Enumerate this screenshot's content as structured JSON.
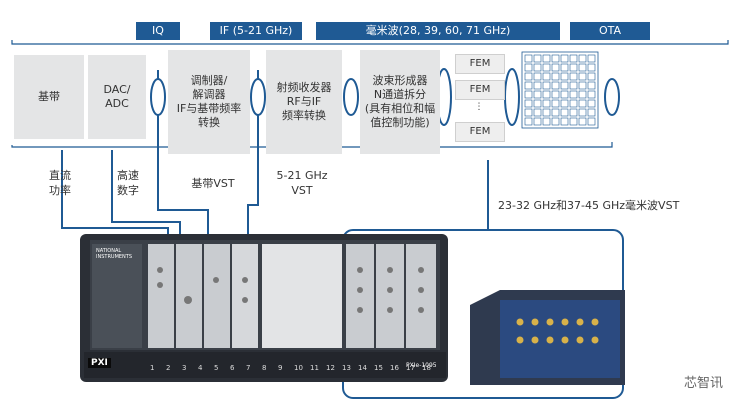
{
  "headers": {
    "iq": "IQ",
    "if": "IF (5-21 GHz)",
    "mmwave": "毫米波(28, 39, 60, 71 GHz)",
    "ota": "OTA"
  },
  "blocks": {
    "baseband": "基带",
    "dac_adc_line1": "DAC/",
    "dac_adc_line2": "ADC",
    "modulator_line1": "调制器/",
    "modulator_line2": "解调器",
    "modulator_line3": "IF与基带频率",
    "modulator_line4": "转换",
    "transceiver_line1": "射频收发器",
    "transceiver_line2": "RF与IF",
    "transceiver_line3": "频率转换",
    "beamformer_line1": "波束形成器",
    "beamformer_line2": "N通道拆分",
    "beamformer_line3": "(具有相位和幅",
    "beamformer_line4": "值控制功能)",
    "fem1": "FEM",
    "fem2": "FEM",
    "fem_dots": "⋮",
    "fem3": "FEM"
  },
  "labels": {
    "dc_power_line1": "直流",
    "dc_power_line2": "功率",
    "high_speed_line1": "高速",
    "high_speed_line2": "数字",
    "baseband_vst": "基带VST",
    "if_vst_line1": "5-21 GHz",
    "if_vst_line2": "VST",
    "mmwave_vst": "23-32 GHz和37-45 GHz毫米波VST"
  },
  "hardware": {
    "brand_line1": "NATIONAL",
    "brand_line2": "INSTRUMENTS",
    "pxi_badge": "PXI",
    "model": "PXIe-1095",
    "slot_numbers": [
      "1",
      "2",
      "3",
      "4",
      "5",
      "6",
      "7",
      "8",
      "9",
      "10",
      "11",
      "12",
      "13",
      "14",
      "15",
      "16",
      "17",
      "18"
    ]
  },
  "watermark": "芯智讯",
  "colors": {
    "header_blue": "#1f5a94",
    "line_blue": "#1f5a94",
    "box_gray": "#e4e5e6",
    "chassis_dark": "#2b2f36"
  }
}
